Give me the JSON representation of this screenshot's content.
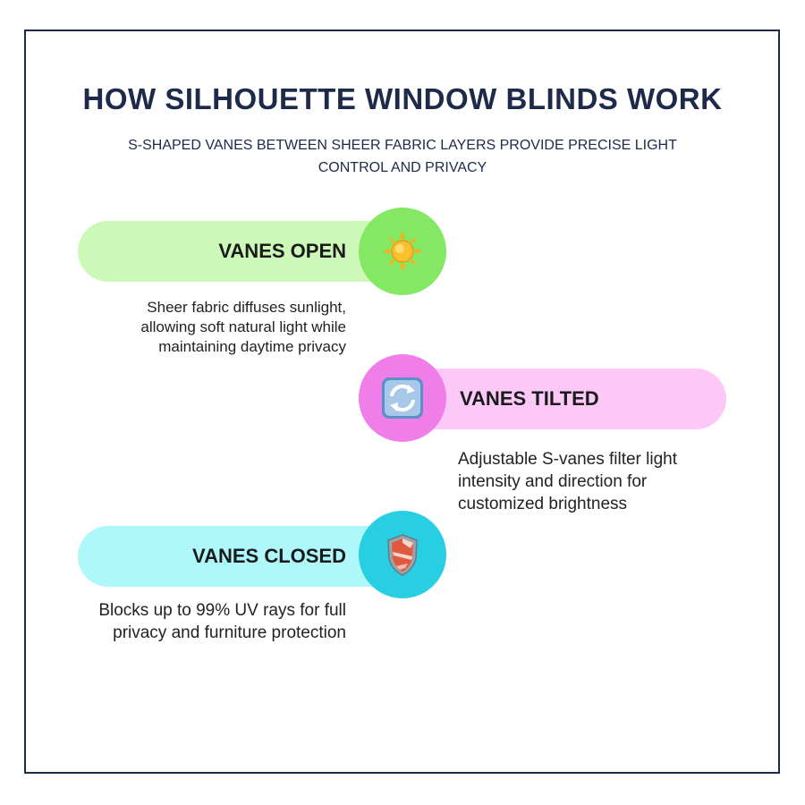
{
  "title": "HOW SILHOUETTE WINDOW BLINDS WORK",
  "subtitle": "S-SHAPED VANES BETWEEN SHEER FABRIC LAYERS PROVIDE PRECISE LIGHT CONTROL AND PRIVACY",
  "steps": [
    {
      "label": "VANES OPEN",
      "icon": "sun-icon",
      "description": "Sheer fabric diffuses sunlight, allowing soft natural light while maintaining daytime privacy",
      "pill_color": "#ccf8b8",
      "circle_color": "#84e864"
    },
    {
      "label": "VANES TILTED",
      "icon": "refresh-arrows-icon",
      "description": "Adjustable S-vanes filter light intensity and direction for customized brightness",
      "pill_color": "#fbc8f8",
      "circle_color": "#f07ee8"
    },
    {
      "label": "VANES CLOSED",
      "icon": "shield-icon",
      "description": "Blocks up to 99% UV rays for full privacy and furniture protection",
      "pill_color": "#aef8fc",
      "circle_color": "#28cfe2"
    }
  ]
}
